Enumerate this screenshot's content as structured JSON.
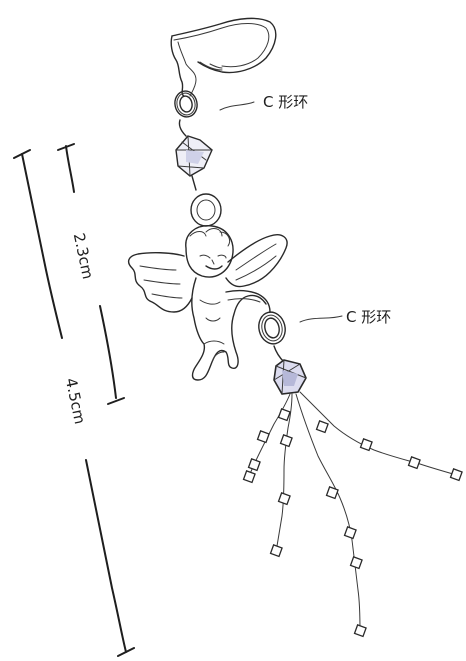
{
  "labels": {
    "top_ring": "C 形环",
    "middle_ring": "C 形环"
  },
  "dimensions": {
    "short": "2.3cm",
    "long": "4.5cm"
  }
}
